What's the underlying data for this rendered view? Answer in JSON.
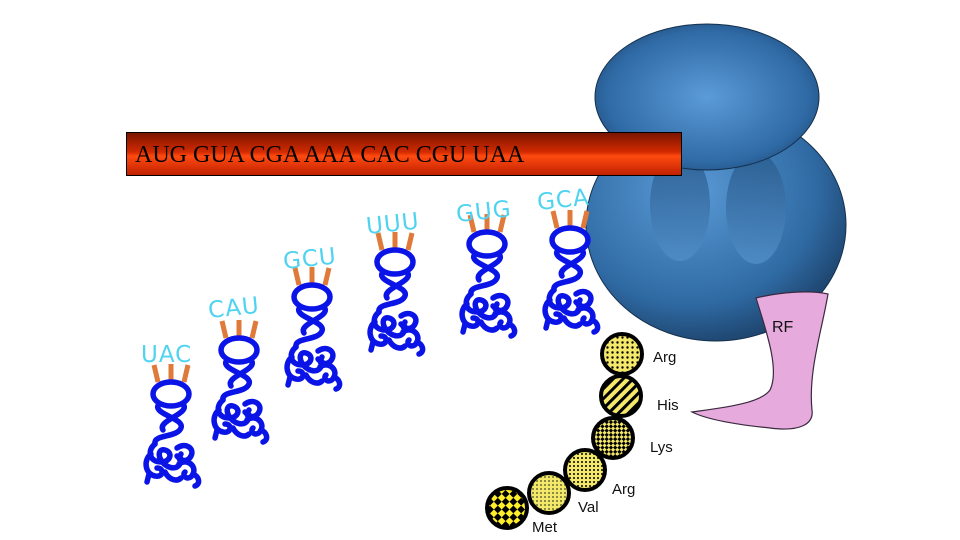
{
  "mrna": {
    "sequence": "AUG GUA CGA AAA CAC CGU UAA"
  },
  "trnas": [
    {
      "anticodon": "UAC"
    },
    {
      "anticodon": "CAU"
    },
    {
      "anticodon": "GCU"
    },
    {
      "anticodon": "UUU"
    },
    {
      "anticodon": "GUG"
    },
    {
      "anticodon": "GCA"
    }
  ],
  "release_factor": {
    "label": "RF"
  },
  "peptide_chain": [
    {
      "amino_acid": "Arg"
    },
    {
      "amino_acid": "His"
    },
    {
      "amino_acid": "Lys"
    },
    {
      "amino_acid": "Arg"
    },
    {
      "amino_acid": "Val"
    },
    {
      "amino_acid": "Met"
    }
  ],
  "colors": {
    "trna": "#0a14e6",
    "anticodon_text": "#4fd3f0",
    "bases": "#e07a3a",
    "ribosome": "#3a78b4",
    "release_factor": "#e6aadc",
    "amino_acid_fill": "#f4e86a"
  }
}
